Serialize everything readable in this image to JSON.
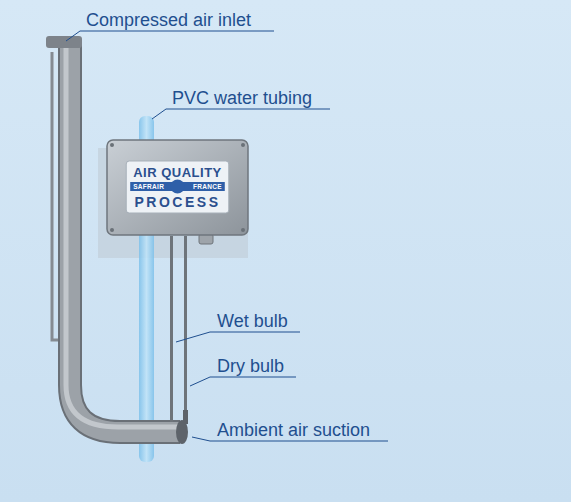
{
  "diagram": {
    "nodes": [
      {
        "text": [
          "AIR QUALITY",
          "SAFRAIR",
          "FRANCE",
          "PROCESS"
        ]
      }
    ],
    "labels": [
      "Compressed air inlet",
      "PVC water tubing",
      "Wet bulb",
      "Dry bulb",
      "Ambient air suction"
    ]
  }
}
